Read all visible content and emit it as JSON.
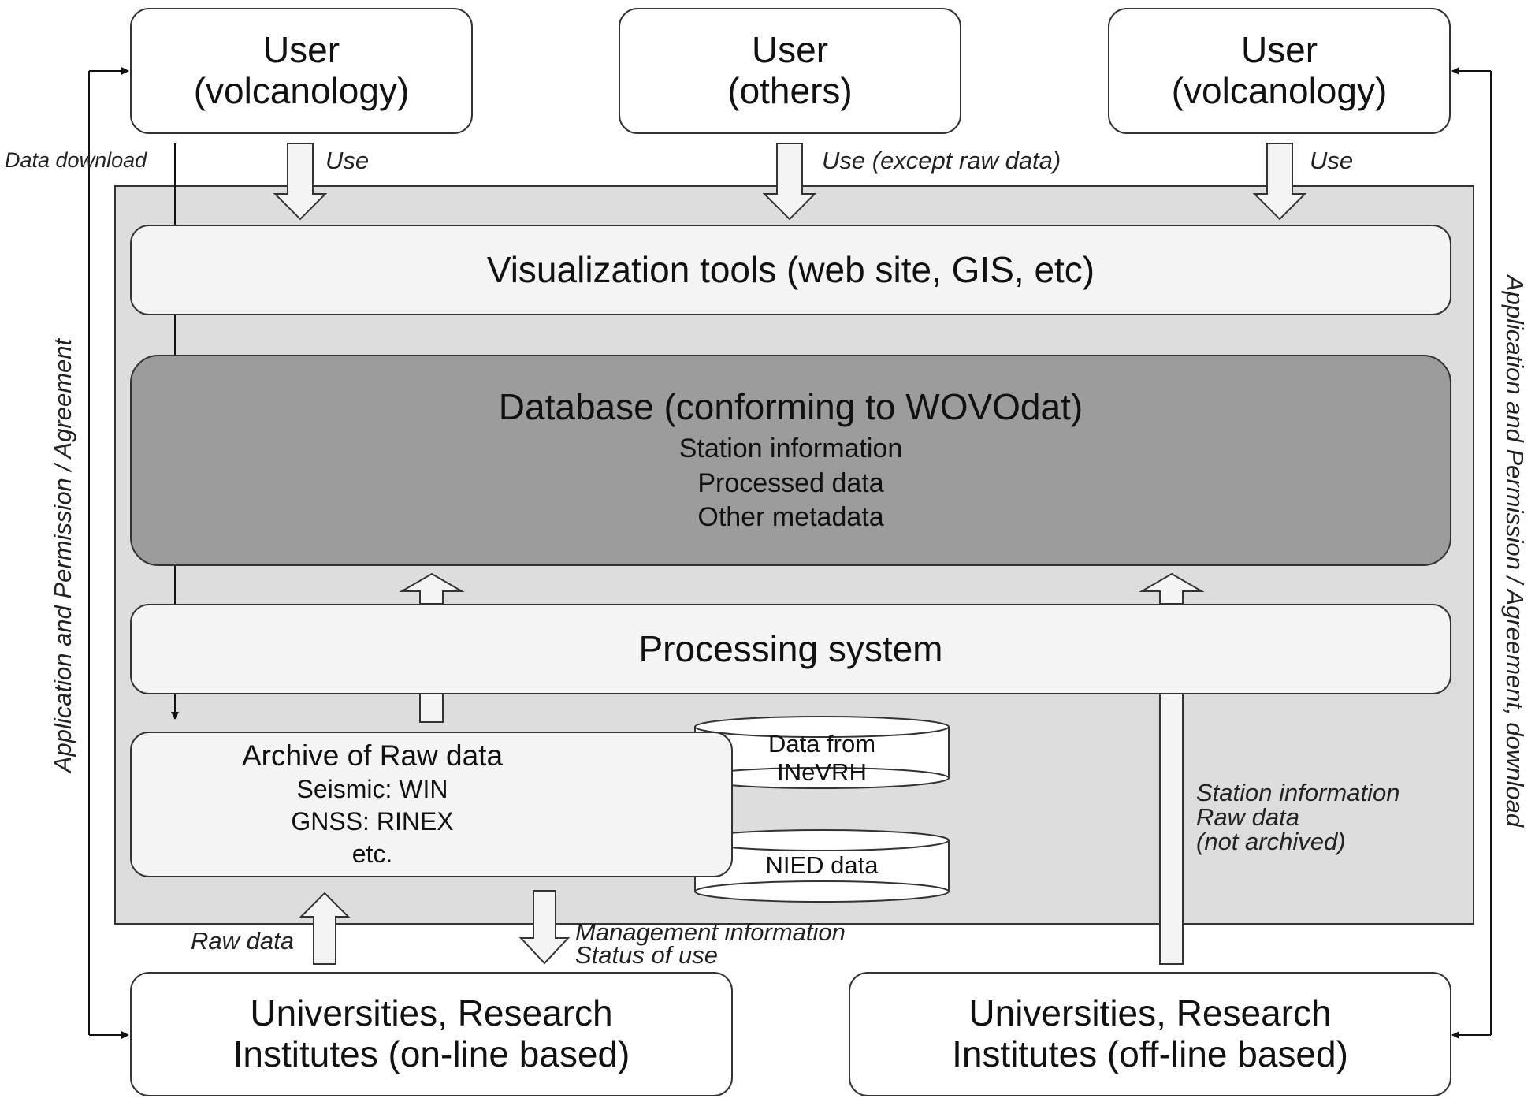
{
  "users": {
    "left": [
      "User",
      "(volcanology)"
    ],
    "middle": [
      "User",
      "(others)"
    ],
    "right": [
      "User",
      "(volcanology)"
    ]
  },
  "labels": {
    "data_download": "Data download",
    "use_left": "Use",
    "use_middle": "Use (except raw data)",
    "use_right": "Use",
    "left_side": "Application and Permission / Agreement",
    "right_side": "Application and Permission / Agreement, download",
    "raw_data": "Raw data",
    "management": [
      "Management information",
      "Status of use"
    ],
    "offline_data": [
      "Station information",
      "Raw data",
      "(not archived)"
    ]
  },
  "visualization": "Visualization tools (web site, GIS, etc)",
  "database": {
    "title": "Database (conforming to WOVOdat)",
    "lines": [
      "Station information",
      "Processed data",
      "Other metadata"
    ]
  },
  "processing": "Processing system",
  "archive": {
    "title": "Archive of Raw data",
    "lines": [
      "Seismic: WIN",
      "GNSS: RINEX",
      "etc."
    ]
  },
  "cylinders": {
    "inevrh": [
      "Data from",
      "INeVRH"
    ],
    "nied": "NIED data"
  },
  "institutes": {
    "online": [
      "Universities, Research",
      "Institutes (on-line based)"
    ],
    "offline": [
      "Universities, Research",
      "Institutes (off-line based)"
    ]
  }
}
